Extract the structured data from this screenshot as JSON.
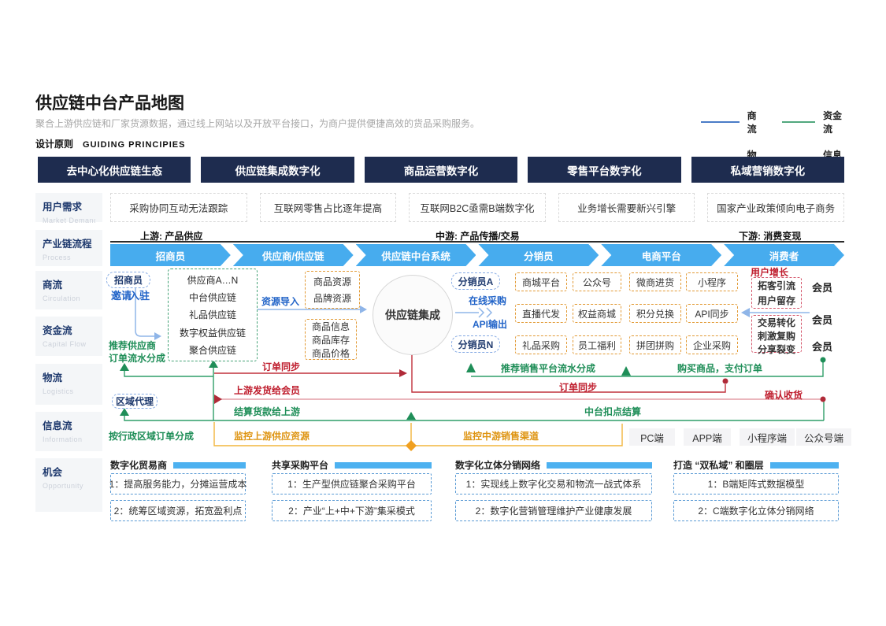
{
  "title": "供应链中台产品地图",
  "subtitle": "聚合上游供应链和厂家货源数据，通过线上网站以及开放平台接口，为商户提供便捷高效的货品采购服务。",
  "section_label": {
    "zh": "设计原则",
    "en": "GUIDING PRINCIPIES"
  },
  "colors": {
    "accent_navy": "#1e2c4f",
    "chevron_blue": "#47acee",
    "bar_blue": "#4db1f0",
    "flow_blue": "#8fb5e8",
    "flow_green": "#2f9e68",
    "flow_red": "#c0303c",
    "flow_pink": "#eab6bc",
    "flow_orange": "#f2b53d"
  },
  "legend": {
    "items": [
      {
        "label": "商流",
        "color": "#4a7cc7"
      },
      {
        "label": "资金流",
        "color": "#52a87e"
      },
      {
        "label": "物流",
        "color": "#a63d55"
      },
      {
        "label": "信息流",
        "color": "#f2b53d"
      }
    ]
  },
  "principles": [
    "去中心化供应链生态",
    "供应链集成数字化",
    "商品运营数字化",
    "零售平台数字化",
    "私域营销数字化"
  ],
  "sidebar": [
    {
      "zh": "用户需求",
      "en": "Market Demand"
    },
    {
      "zh": "产业链流程",
      "en": "Process"
    },
    {
      "zh": "商流",
      "en": "Circulation"
    },
    {
      "zh": "资金流",
      "en": "Capital Flow"
    },
    {
      "zh": "物流",
      "en": "Logistics"
    },
    {
      "zh": "信息流",
      "en": "Information"
    },
    {
      "zh": "机会",
      "en": "Opportunity"
    }
  ],
  "market_demand": [
    "采购协同互动无法跟踪",
    "互联网零售占比逐年提高",
    "互联网B2C亟需B端数字化",
    "业务增长需要新兴引擎",
    "国家产业政策倾向电子商务"
  ],
  "process": {
    "phase_labels": [
      "上游: 产品供应",
      "中游: 产品传播/交易",
      "下游: 消费变现"
    ],
    "steps": [
      "招商员",
      "供应商/供应链",
      "供应链中台系统",
      "分销员",
      "电商平台",
      "消费者"
    ]
  },
  "flow": {
    "merchant_box": "招商员",
    "invite": "邀请",
    "join": "入驻",
    "recommend_supplier_1": "推荐供应商",
    "recommend_supplier_2": "订单流水分成",
    "supplier_items": [
      "供应商A…N",
      "中台供应链",
      "礼品供应链",
      "数字权益供应链",
      "聚合供应链"
    ],
    "resource_import": "资源导入",
    "resource_box1": [
      "商品资源",
      "品牌资源"
    ],
    "resource_box2": [
      "商品信息",
      "商品库存",
      "商品价格"
    ],
    "hub": "供应链集成",
    "online_purchase": "在线采购",
    "api_output": "API输出",
    "distributor_a": "分销员A",
    "distributor_n": "分销员N",
    "grid": [
      [
        "商城平台",
        "公众号",
        "微商进货",
        "小程序"
      ],
      [
        "直播代发",
        "权益商城",
        "积分兑换",
        "API同步"
      ],
      [
        "礼品采购",
        "员工福利",
        "拼团拼购",
        "企业采购"
      ]
    ],
    "user_growth": "用户增长",
    "growth_box1": [
      "拓客引流",
      "用户留存"
    ],
    "growth_box2": [
      "交易转化",
      "刺激复购",
      "分享裂变"
    ],
    "member": "会员",
    "order_sync_left": "订单同步",
    "ship_to_member": "上游发货给会员",
    "settle_upstream": "结算货款给上游",
    "region_agent": "区域代理",
    "region_split": "按行政区域订单分成",
    "monitor_upstream": "监控上游供应资源",
    "monitor_midstream": "监控中游销售渠道",
    "recommend_sales": "推荐销售平台流水分成",
    "order_sync_mid": "订单同步",
    "buy_pay": "购买商品，支付订单",
    "platform_cut": "中台扣点结算",
    "confirm_receipt": "确认收货",
    "terminals": [
      "PC端",
      "APP端",
      "小程序端",
      "公众号端"
    ]
  },
  "opportunities": [
    {
      "title": "数字化贸易商",
      "items": [
        "1：提高服务能力，分摊运营成本",
        "2：统筹区域资源，拓宽盈利点"
      ]
    },
    {
      "title": "共享采购平台",
      "items": [
        "1：生产型供应链聚合采购平台",
        "2：产业“上+中+下游”集采模式"
      ]
    },
    {
      "title": "数字化立体分销网络",
      "items": [
        "1：实现线上数字化交易和物流一战式体系",
        "2：数字化营销管理维护产业健康发展"
      ]
    },
    {
      "title": "打造 “双私域” 和圈层",
      "items": [
        "1：B端矩阵式数据模型",
        "2：C端数字化立体分销网络"
      ]
    }
  ]
}
